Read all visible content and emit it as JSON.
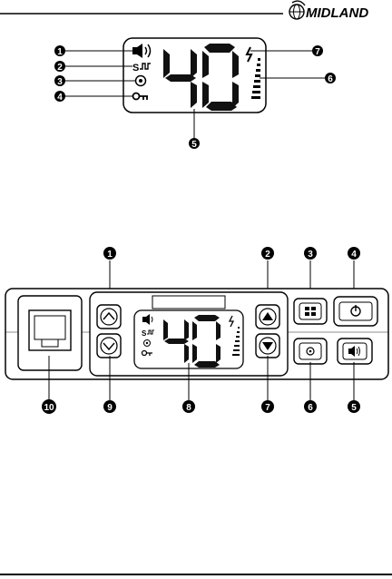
{
  "header": {
    "brand_name": "MIDLAND",
    "logo_icon": "globe-flame-logo-icon"
  },
  "lcd_diagram": {
    "channel_display": "40",
    "icons": [
      "speaker-icon",
      "squelch-icon",
      "dual-watch-icon",
      "key-lock-icon",
      "tx-bolt-icon",
      "signal-meter-icon"
    ],
    "callouts": [
      "1",
      "2",
      "3",
      "4",
      "5",
      "6",
      "7"
    ]
  },
  "front_panel_diagram": {
    "channel_display": "40",
    "top_callouts": [
      "1",
      "2",
      "3",
      "4"
    ],
    "bottom_callouts": [
      "10",
      "9",
      "8",
      "7",
      "6",
      "5"
    ],
    "icons": [
      "up-arrow-icon",
      "down-arrow-icon",
      "filled-up-arrow-icon",
      "filled-down-arrow-icon",
      "menu-grid-icon",
      "power-icon",
      "dual-watch-icon",
      "speaker-icon",
      "rj45-socket-icon"
    ]
  },
  "colors": {
    "ink": "#000000",
    "panel_bg": "#ffffff"
  }
}
